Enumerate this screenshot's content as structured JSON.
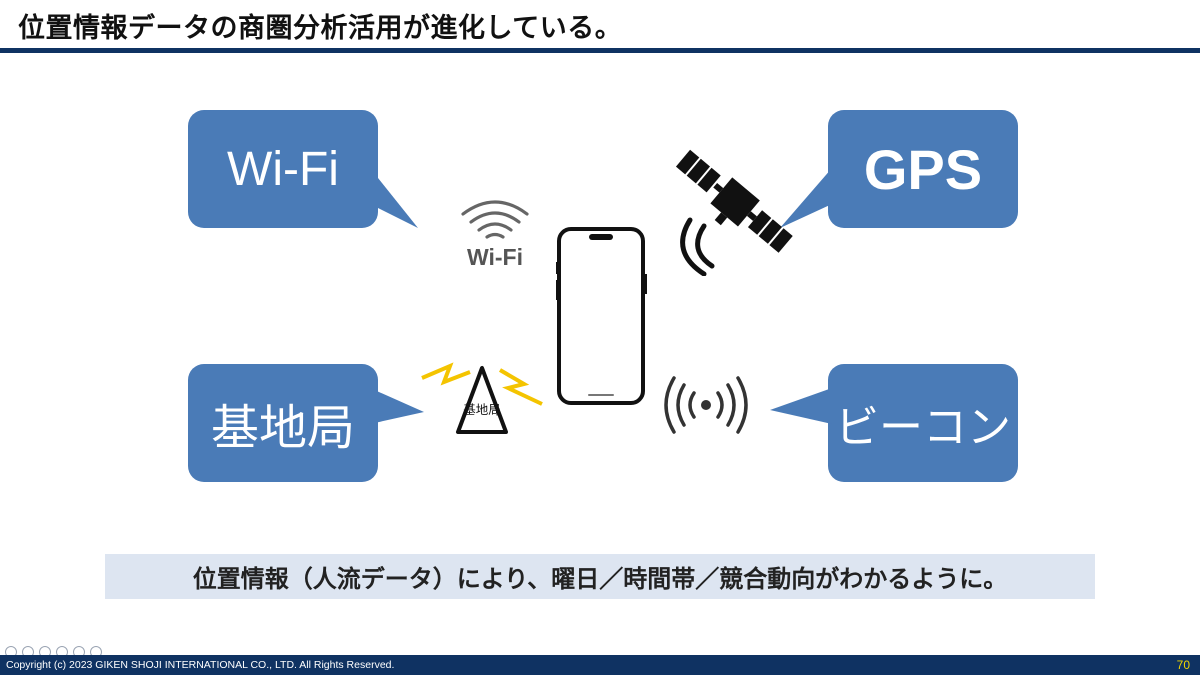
{
  "title": "位置情報データの商圏分析活用が進化している。",
  "bubbles": {
    "wifi": "Wi-Fi",
    "gps": "GPS",
    "base_station": "基地局",
    "beacon": "ビーコン"
  },
  "icons": {
    "wifi_caption": "Wi-Fi",
    "tower_caption": "基地局",
    "wifi": "wifi-icon",
    "satellite": "satellite-icon",
    "smartphone": "smartphone-icon",
    "tower": "cell-tower-icon",
    "beacon": "beacon-icon"
  },
  "summary": "位置情報（人流データ）により、曜日／時間帯／競合動向がわかるように。",
  "footer": {
    "copyright": "Copyright (c) 2023 GIKEN SHOJI INTERNATIONAL CO., LTD. All Rights Reserved.",
    "page_number": "70"
  },
  "colors": {
    "bubble": "#4a7bb7",
    "navy": "#0f3262",
    "summary_bg": "#dde5f1",
    "page_number": "#f2d600",
    "lightning": "#f4c400"
  }
}
